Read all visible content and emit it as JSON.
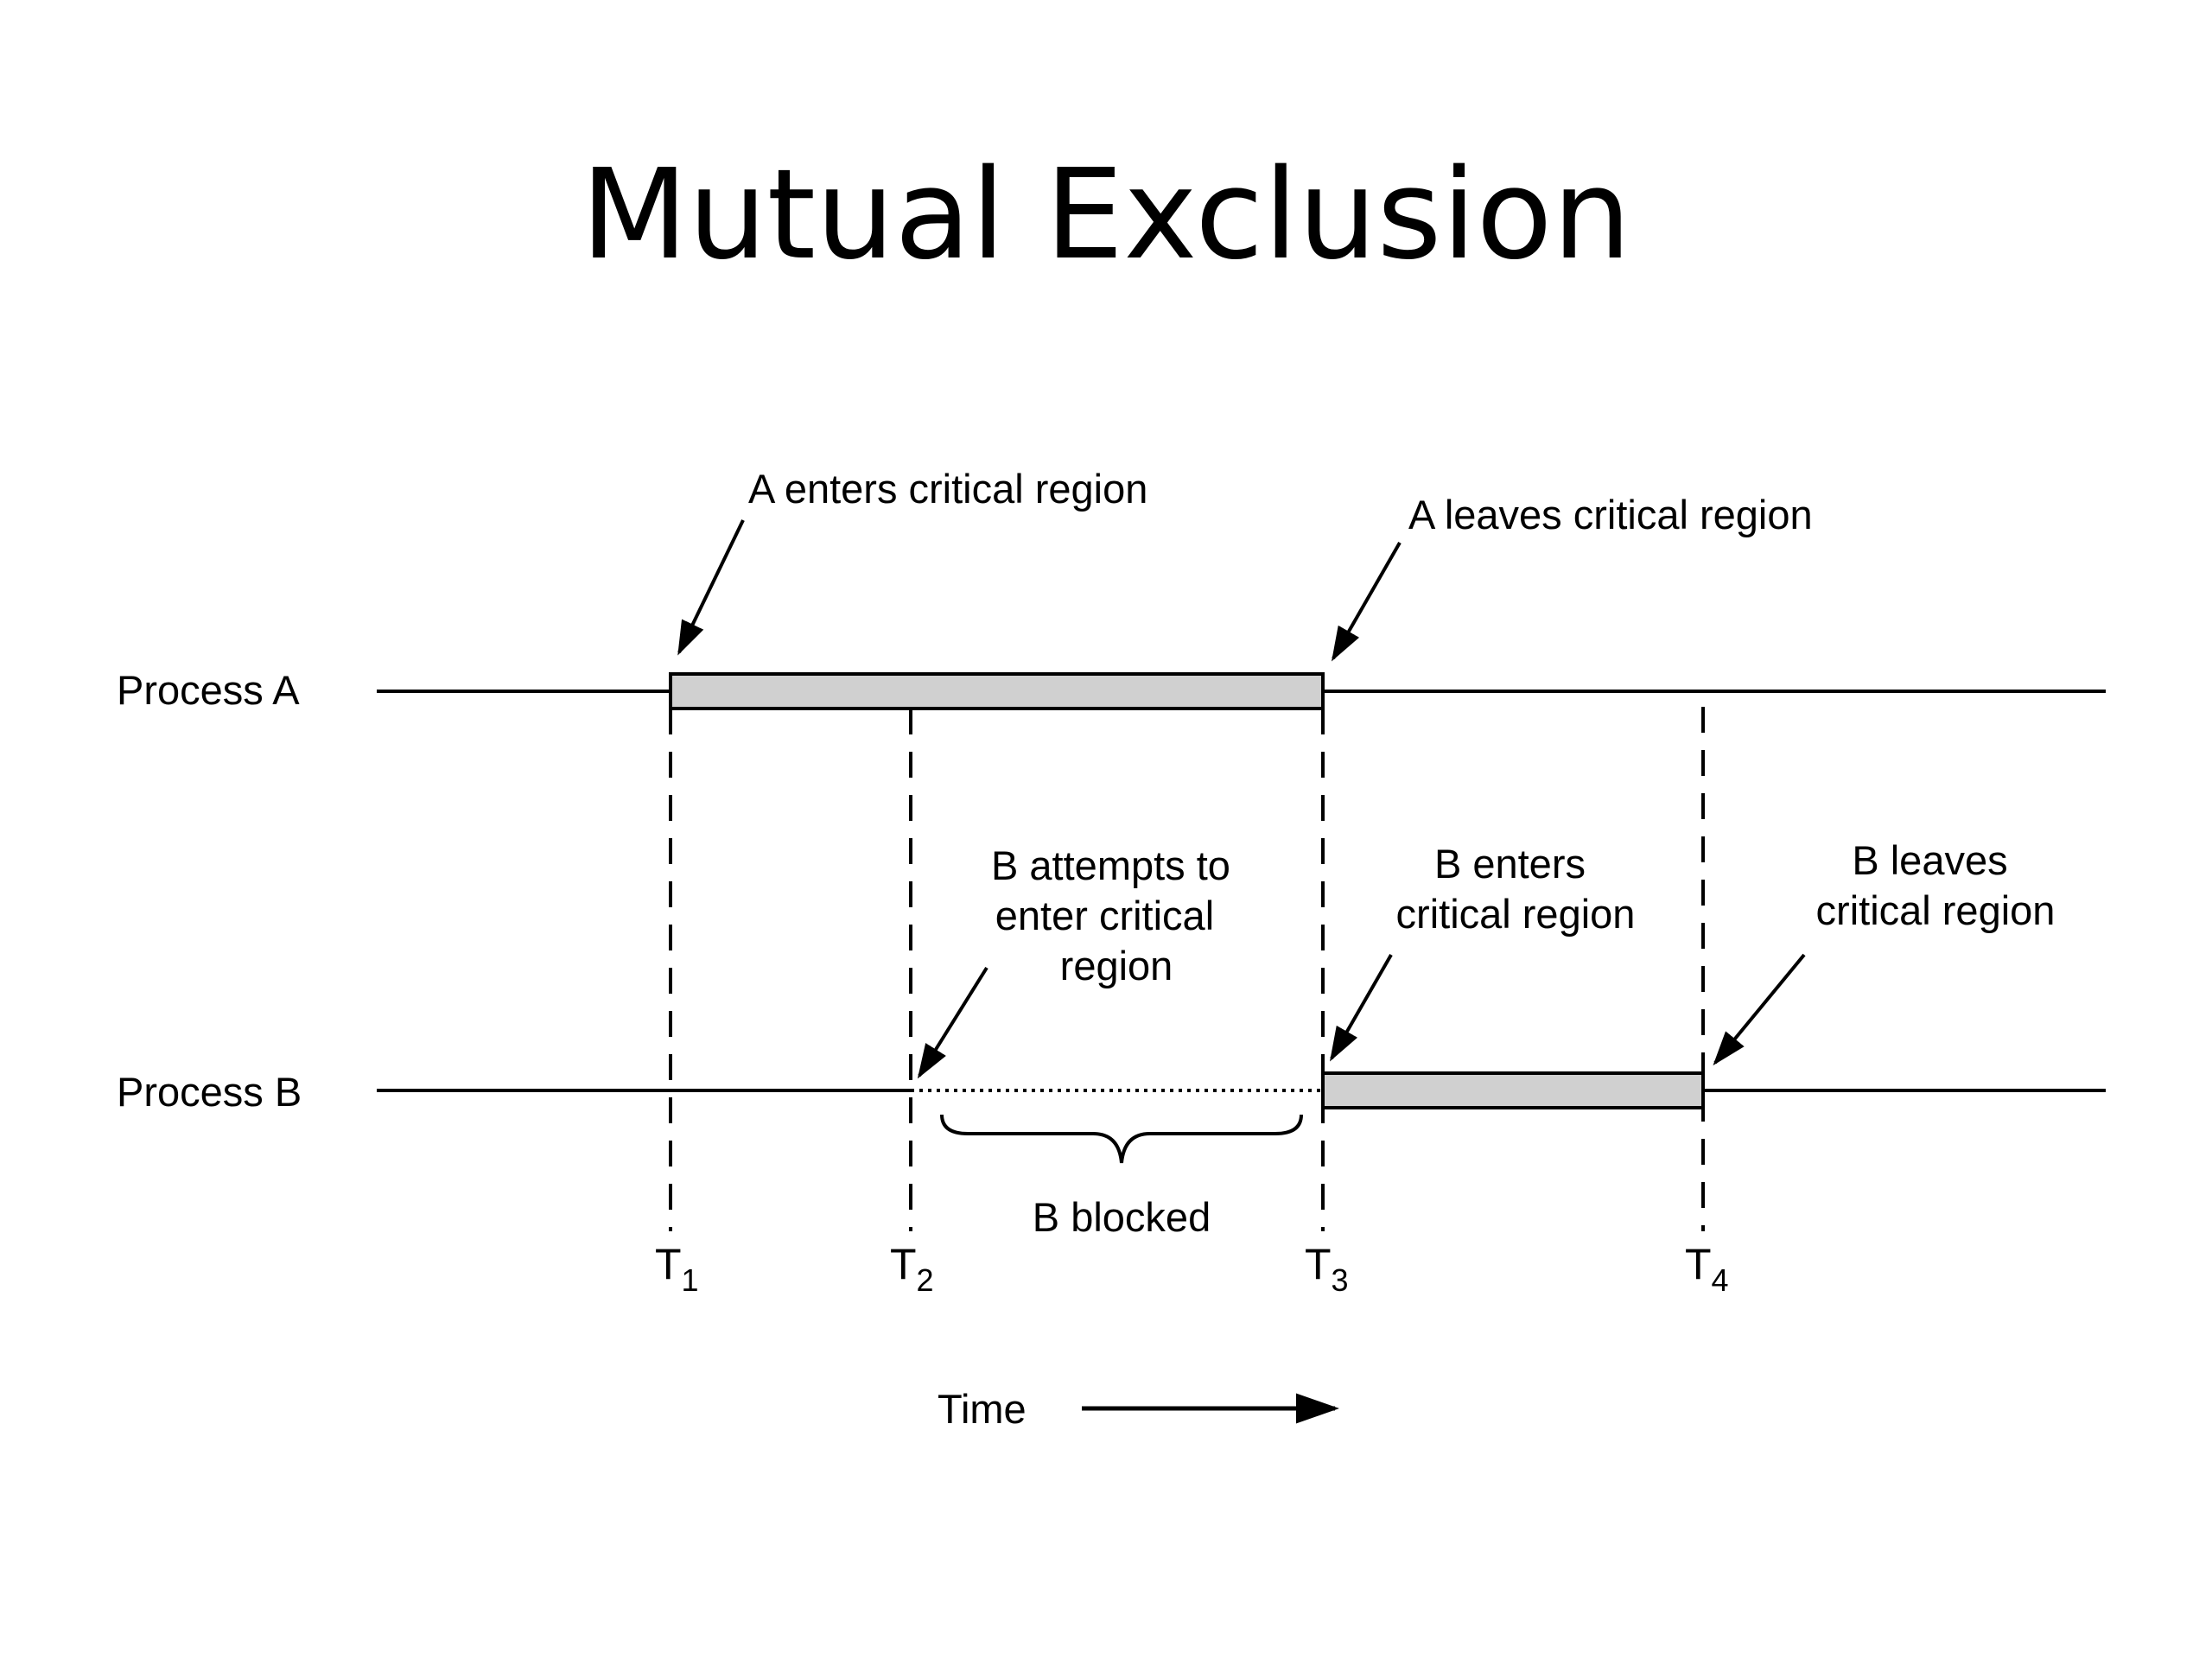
{
  "slide": {
    "title": "Mutual Exclusion"
  },
  "diagram": {
    "processes": {
      "a": "Process A",
      "b": "Process B"
    },
    "annotations": {
      "a_enters": "A enters critical region",
      "a_leaves": "A leaves critical region",
      "b_attempts": [
        "B attempts to",
        "enter critical",
        "region"
      ],
      "b_enters": [
        "B enters",
        "critical region"
      ],
      "b_leaves": [
        "B leaves",
        "critical region"
      ],
      "b_blocked": "B blocked"
    },
    "time_marks": [
      {
        "letter": "T",
        "sub": "1"
      },
      {
        "letter": "T",
        "sub": "2"
      },
      {
        "letter": "T",
        "sub": "3"
      },
      {
        "letter": "T",
        "sub": "4"
      }
    ],
    "time_label": "Time",
    "colors": {
      "line": "#000000",
      "critical_fill": "#d0d0d0",
      "background": "#ffffff"
    }
  }
}
